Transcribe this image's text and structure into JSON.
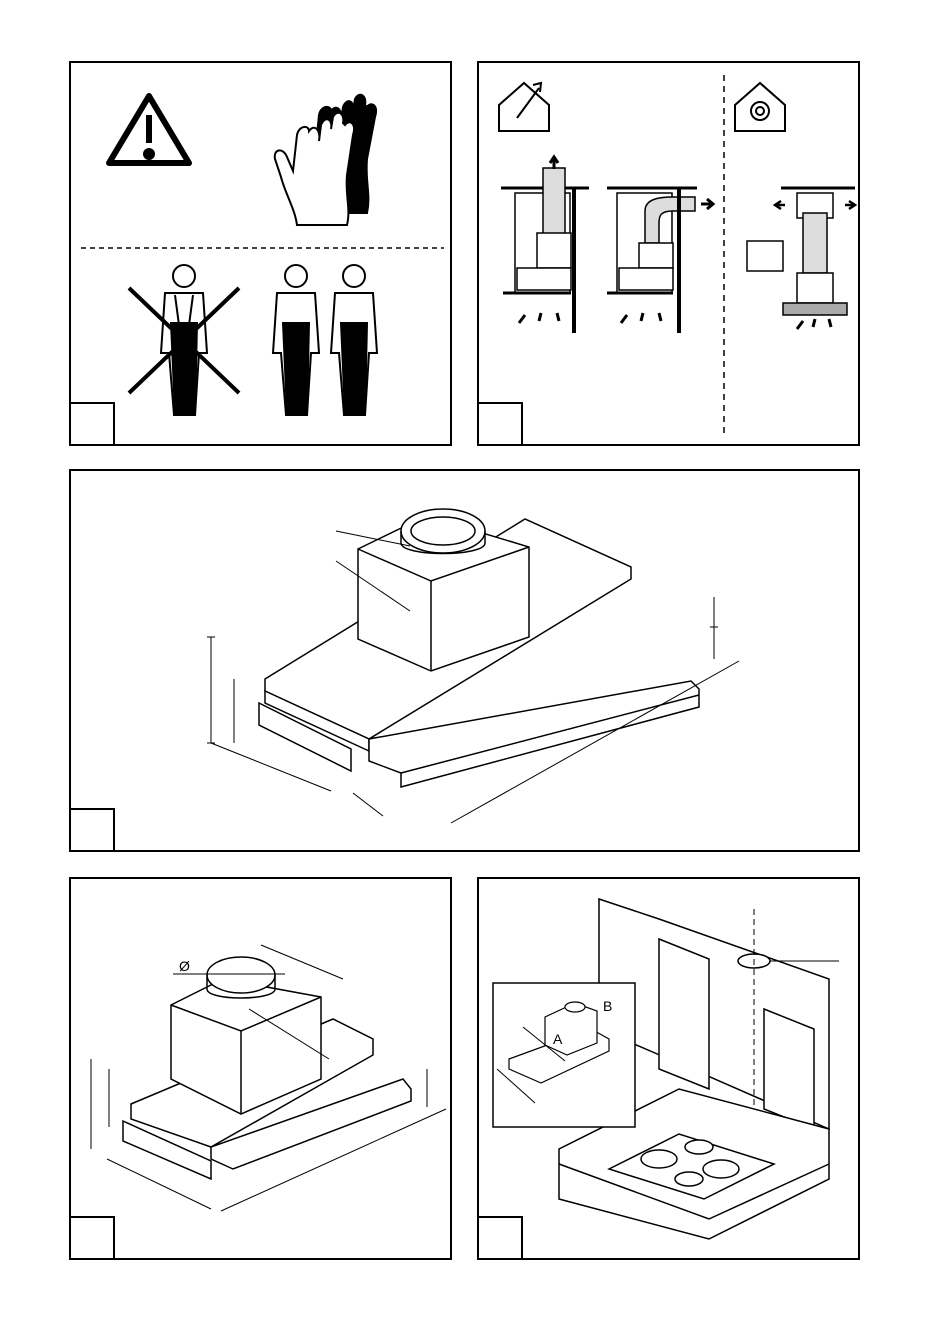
{
  "figure": {
    "diameter_symbol": "Ø",
    "label_a": "A",
    "label_b": "B"
  },
  "icons": {
    "warning": "warning-triangle-icon",
    "gloves": "gloves-icon",
    "house_exhaust": "house-exhaust-icon",
    "house_recirculation": "house-recirculation-icon"
  }
}
